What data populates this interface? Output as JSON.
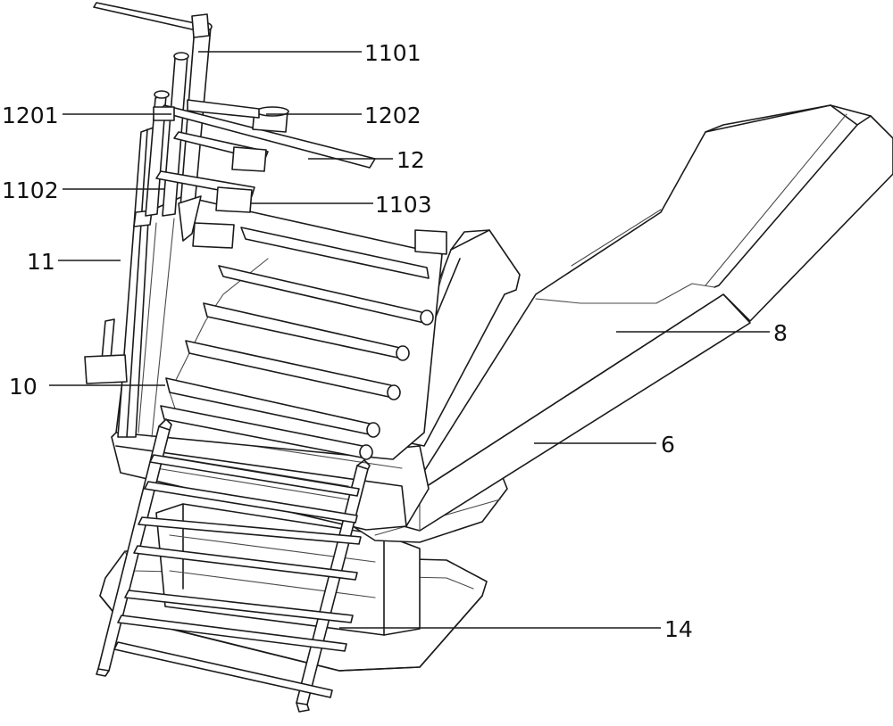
{
  "figure": {
    "labels": {
      "l1101": "1101",
      "l1201": "1201",
      "l1202": "1202",
      "l12": "12",
      "l1102": "1102",
      "l1103": "1103",
      "l11": "11",
      "l8": "8",
      "l10": "10",
      "l6": "6",
      "l14": "14"
    },
    "colors": {
      "line": "#1a1a1a",
      "background": "#ffffff"
    }
  }
}
